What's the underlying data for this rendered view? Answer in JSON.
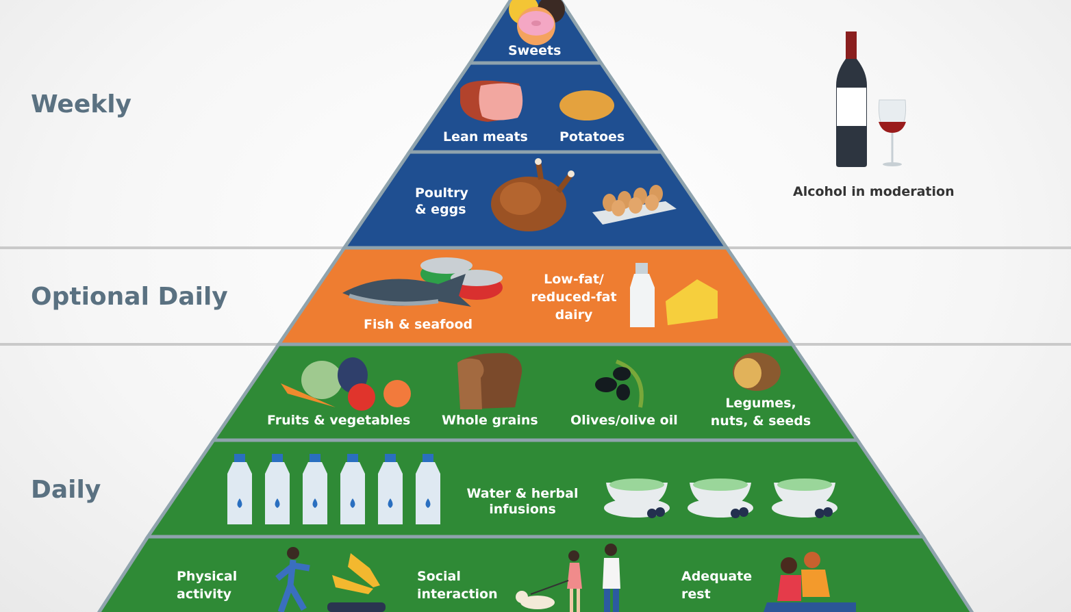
{
  "categories": {
    "weekly": "Weekly",
    "optional_daily": "Optional Daily",
    "daily": "Daily"
  },
  "tiers": {
    "sweets": "Sweets",
    "lean_meats": "Lean meats",
    "potatoes": "Potatoes",
    "poultry_eggs": [
      "Poultry",
      "& eggs"
    ],
    "fish_seafood": "Fish & seafood",
    "dairy": [
      "Low-fat/",
      "reduced-fat",
      "dairy"
    ],
    "fruits_vegetables": "Fruits & vegetables",
    "whole_grains": "Whole grains",
    "olives_oil": "Olives/olive oil",
    "legumes": [
      "Legumes,",
      "nuts, & seeds"
    ],
    "water": [
      "Water & herbal",
      "infusions"
    ],
    "physical_activity": [
      "Physical",
      "activity"
    ],
    "social_interaction": [
      "Social",
      "interaction"
    ],
    "adequate_rest": [
      "Adequate",
      "rest"
    ]
  },
  "side": {
    "alcohol": "Alcohol in moderation"
  },
  "colors": {
    "weekly": "#1f4f91",
    "optional": "#ee7d31",
    "daily": "#2f8a36",
    "border": "#8fa3ad",
    "text_gray": "#5a7181"
  }
}
